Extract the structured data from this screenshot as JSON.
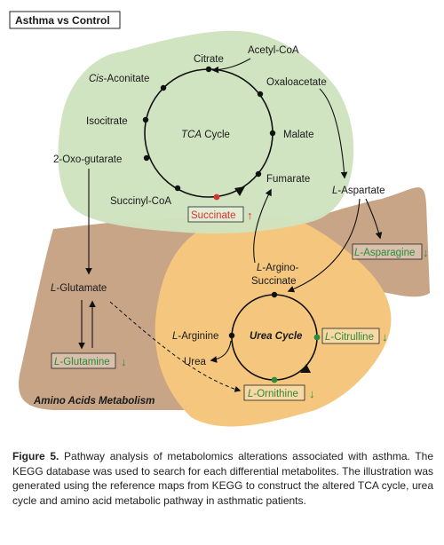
{
  "title": "Asthma vs Control",
  "tca": {
    "name": "TCA",
    "name_suffix": " Cycle",
    "acetyl_coa": "Acetyl-CoA",
    "citrate": "Citrate",
    "cis_prefix": "Cis",
    "cis_rest": "-Aconitate",
    "isocitrate": "Isocitrate",
    "oxoglutarate": "2-Oxo-gutarate",
    "succinyl_coa": "Succinyl-CoA",
    "succinate": "Succinate",
    "fumarate": "Fumarate",
    "malate": "Malate",
    "oxaloacetate": "Oxaloacetate"
  },
  "urea": {
    "name": "Urea Cycle",
    "argino_1": "L",
    "argino_2": "-Argino-",
    "argino_3": "Succinate",
    "arginine_l": "L",
    "arginine": "-Arginine",
    "urea": "Urea",
    "citrulline_l": "L",
    "citrulline": "-Citrulline",
    "ornithine_l": "L",
    "ornithine": "-Ornithine"
  },
  "amino": {
    "title": "Amino Acids Metabolism",
    "aspartate_l": "L",
    "aspartate": "-Aspartate",
    "asparagine_l": "L",
    "asparagine": "-Asparagine",
    "glutamate_l": "L",
    "glutamate": "-Glutamate",
    "glutamine_l": "L",
    "glutamine": "-Glutamine"
  },
  "arrows": {
    "up": "↑",
    "down": "↓"
  },
  "colors": {
    "tca_region": "#cfe3bf",
    "urea_region": "#f5c77e",
    "amino_region": "#c9a588",
    "increase": "#d9342b",
    "decrease": "#2e8b3e",
    "node": "#111111"
  },
  "caption": {
    "label": "Figure 5.",
    "text": " Pathway analysis of metabolomics alterations associated with asthma. The KEGG database was used to search for each differential metabolites. The illustration was generated using the reference maps from KEGG to construct the altered TCA cycle, urea cycle and amino acid metabolic pathway in asthmatic patients."
  }
}
